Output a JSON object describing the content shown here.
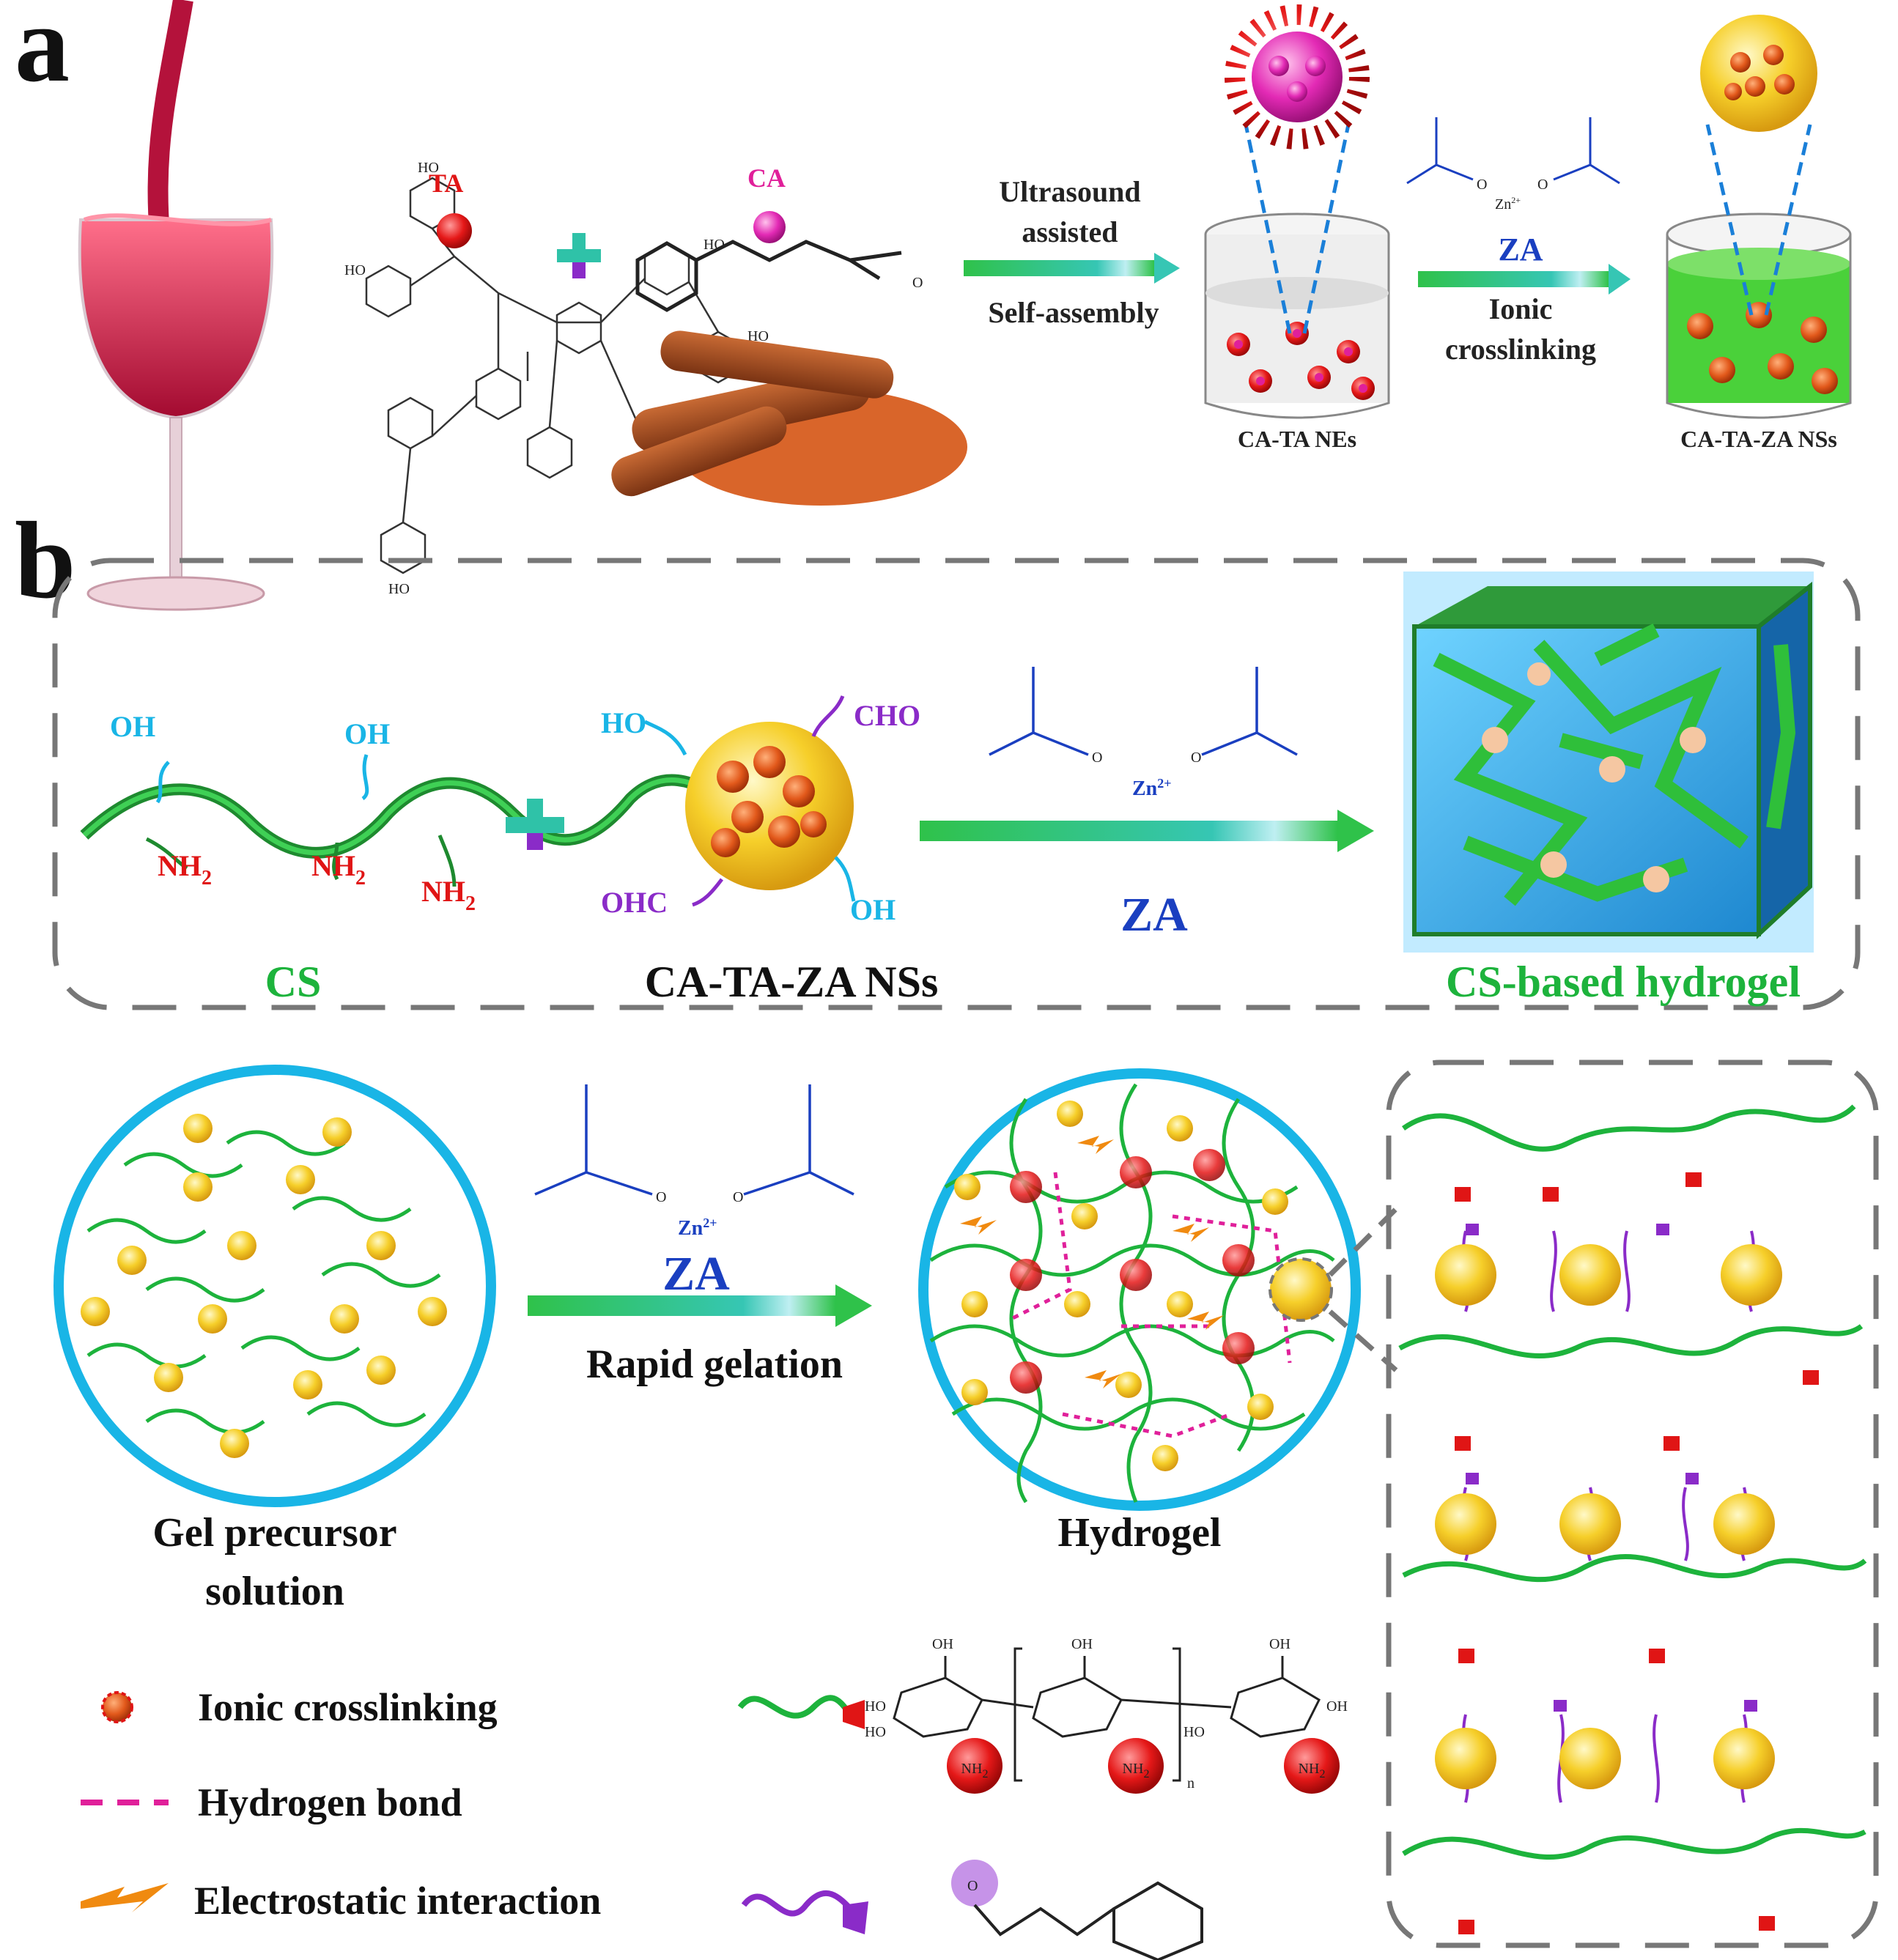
{
  "panel_a": {
    "label": "a",
    "ta_label": "TA",
    "ca_label": "CA",
    "carbonyl_o": "O",
    "step1_line1": "Ultrasound",
    "step1_line2": "assisted",
    "step1_line3": "Self-assembly",
    "beaker1_label": "CA-TA NEs",
    "za_label": "ZA",
    "za_metal": "Zn",
    "za_charge": "2+",
    "step2_line1": "Ionic",
    "step2_line2": "crosslinking",
    "beaker2_label": "CA-TA-ZA NSs",
    "ta_hydroxyl": "HO"
  },
  "panel_b": {
    "label": "b",
    "cs_label": "CS",
    "oh": "OH",
    "ho": "HO",
    "nh2": "NH",
    "nh2_sub": "2",
    "cho": "CHO",
    "ohc": "OHC",
    "ns_label": "CA-TA-ZA NSs",
    "za_label": "ZA",
    "zn": "Zn",
    "zn_charge": "2+",
    "hydrogel_label": "CS-based hydrogel"
  },
  "process": {
    "precursor_line1": "Gel precursor",
    "precursor_line2": "solution",
    "za_label": "ZA",
    "step_label": "Rapid gelation",
    "hydrogel_label": "Hydrogel"
  },
  "legend": {
    "ionic": "Ionic crosslinking",
    "hbond": "Hydrogen bond",
    "electrostatic": "Electrostatic interaction"
  },
  "structure": {
    "n_sub": "n",
    "o": "O"
  },
  "colors": {
    "green": "#1db33c",
    "cyan": "#19b5e6",
    "red": "#e01515",
    "magenta": "#e0209a",
    "purple": "#8a2bc8",
    "blue": "#1a3fc0",
    "gold": "#f2c21a",
    "dash": "#777777"
  }
}
